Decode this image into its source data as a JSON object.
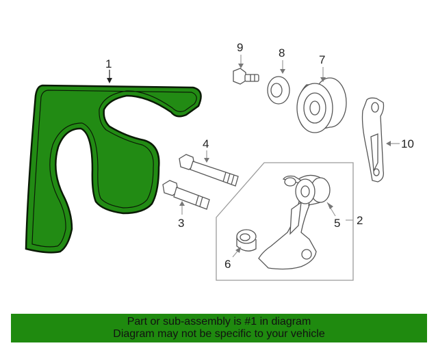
{
  "colors": {
    "belt_green": "#228b14",
    "banner_green": "#1f8a0f",
    "line_gray": "#9a9a9a"
  },
  "callouts": {
    "c1": "1",
    "c2": "2",
    "c3": "3",
    "c4": "4",
    "c5": "5",
    "c6": "6",
    "c7": "7",
    "c8": "8",
    "c9": "9",
    "c10": "10"
  },
  "banner": {
    "line1": "Part or sub-assembly is #1 in diagram",
    "line2": "Diagram may not be specific to your vehicle"
  }
}
